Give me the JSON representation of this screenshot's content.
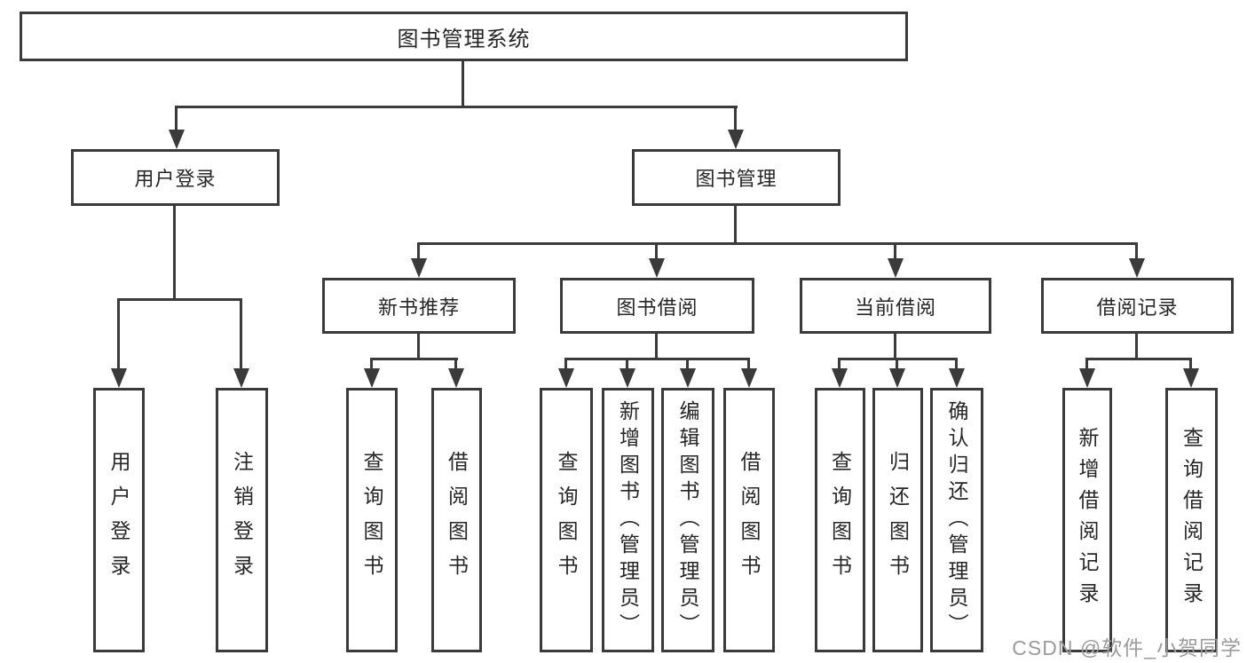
{
  "tree": {
    "label": "图书管理系统",
    "children": [
      {
        "label": "用户登录",
        "children": [
          {
            "label": "用户登录"
          },
          {
            "label": "注销登录"
          }
        ]
      },
      {
        "label": "图书管理",
        "children": [
          {
            "label": "新书推荐",
            "children": [
              {
                "label": "查询图书"
              },
              {
                "label": "借阅图书"
              }
            ]
          },
          {
            "label": "图书借阅",
            "children": [
              {
                "label": "查询图书"
              },
              {
                "label": "新增图书（管理员）"
              },
              {
                "label": "编辑图书（管理员）"
              },
              {
                "label": "借阅图书"
              }
            ]
          },
          {
            "label": "当前借阅",
            "children": [
              {
                "label": "查询图书"
              },
              {
                "label": "归还图书"
              },
              {
                "label": "确认归还（管理员）"
              }
            ]
          },
          {
            "label": "借阅记录",
            "children": [
              {
                "label": "新增借阅记录"
              },
              {
                "label": "查询借阅记录"
              }
            ]
          }
        ]
      }
    ]
  },
  "watermark": {
    "text": "CSDN @软件_小贺同学"
  },
  "colors": {
    "line": "#3a3a3a",
    "text": "#262626",
    "watermark": "#9b9b9b",
    "background": "#ffffff"
  }
}
